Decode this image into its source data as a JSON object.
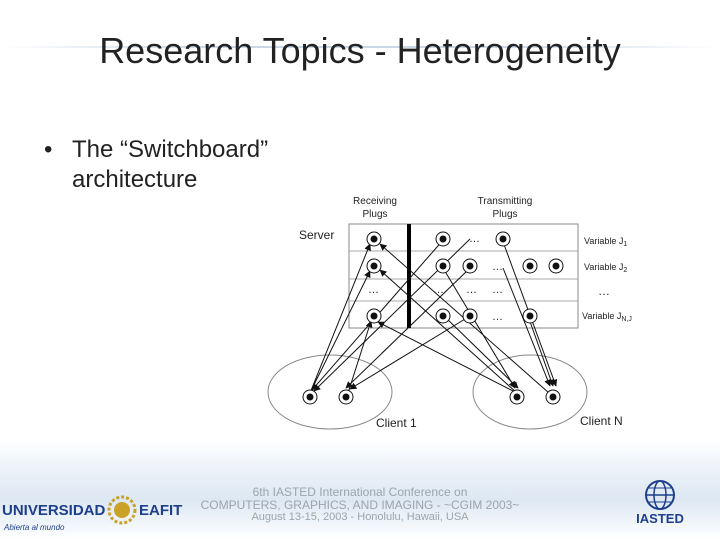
{
  "slide": {
    "title": "Research Topics - Heterogeneity",
    "bullet_marker": "•",
    "bullet_text": "The “Switchboard” architecture"
  },
  "diagram": {
    "receiving_plugs_line1": "Receiving",
    "receiving_plugs_line2": "Plugs",
    "transmitting_plugs_line1": "Transmitting",
    "transmitting_plugs_line2": "Plugs",
    "server_label": "Server",
    "variable_1_label": "Variable J",
    "variable_1_sub": "1",
    "variable_2_label": "Variable J",
    "variable_2_sub": "2",
    "variable_n_label": "Variable J",
    "variable_n_sub": "N,J",
    "ellipsis": "…",
    "vertical_ellipsis": "…",
    "client_1_label": "Client 1",
    "client_n_label": "Client N"
  },
  "footer": {
    "conference_line1": "6th IASTED International Conference on",
    "conference_line2": "COMPUTERS, GRAPHICS, AND IMAGING - ~CGIM 2003~",
    "conference_line3": "August 13-15, 2003 - Honolulu, Hawaii, USA",
    "left_logo_text": "UNIVERSIDAD",
    "left_logo_text2": "EAFIT",
    "left_logo_tagline": "Abierta al mundo",
    "right_logo_text": "IASTED"
  },
  "colors": {
    "text": "#222222",
    "footer_text": "#9aa5ad",
    "logo_blue": "#1d3f8c",
    "logo_gold": "#c9a227"
  }
}
